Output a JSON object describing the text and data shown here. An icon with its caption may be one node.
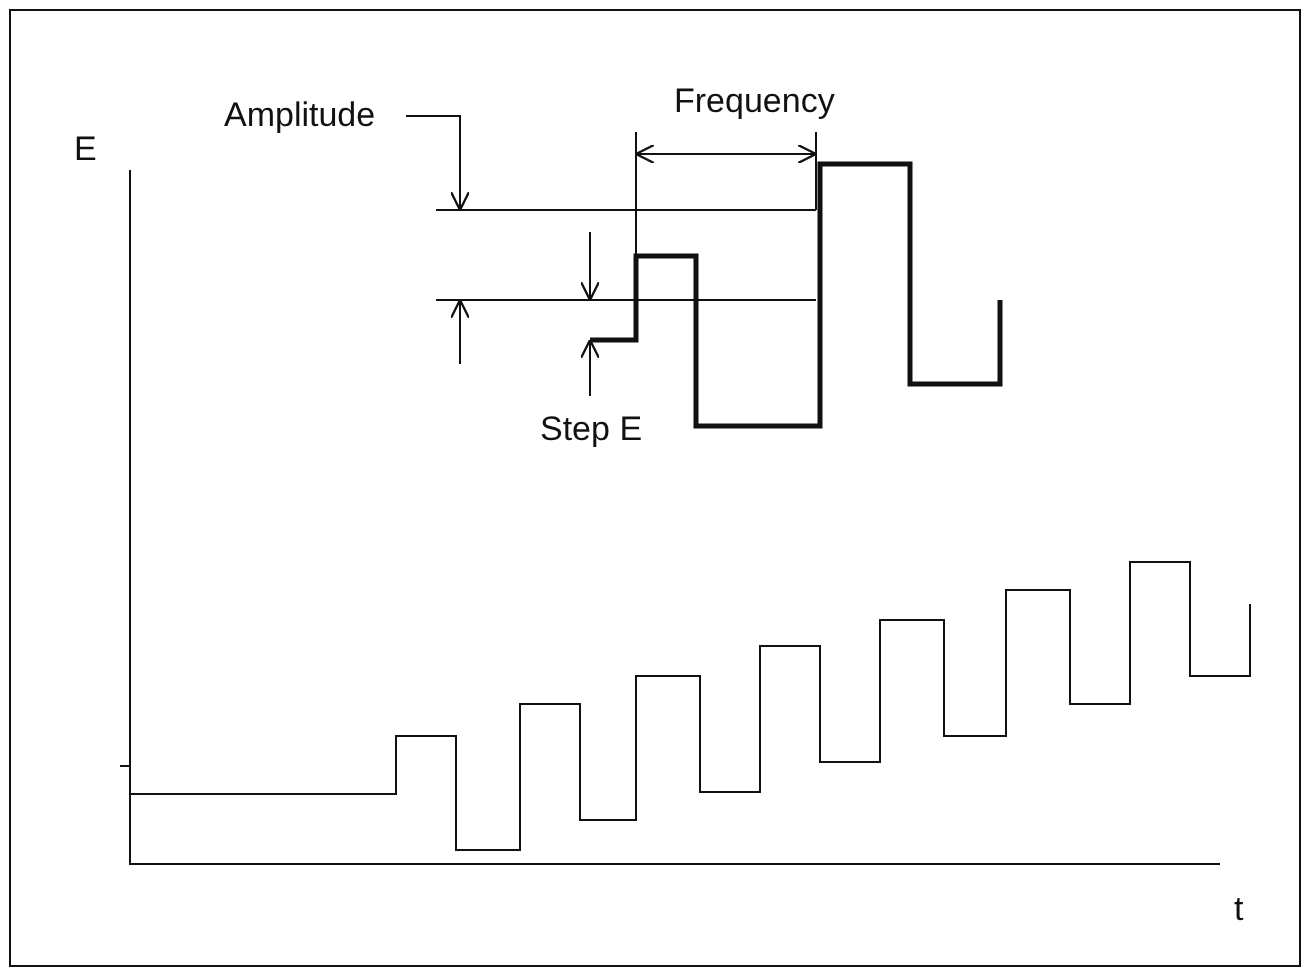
{
  "diagram": {
    "labels": [
      "Amplitude",
      "Frequency",
      "E",
      "Step E",
      "t"
    ]
  }
}
